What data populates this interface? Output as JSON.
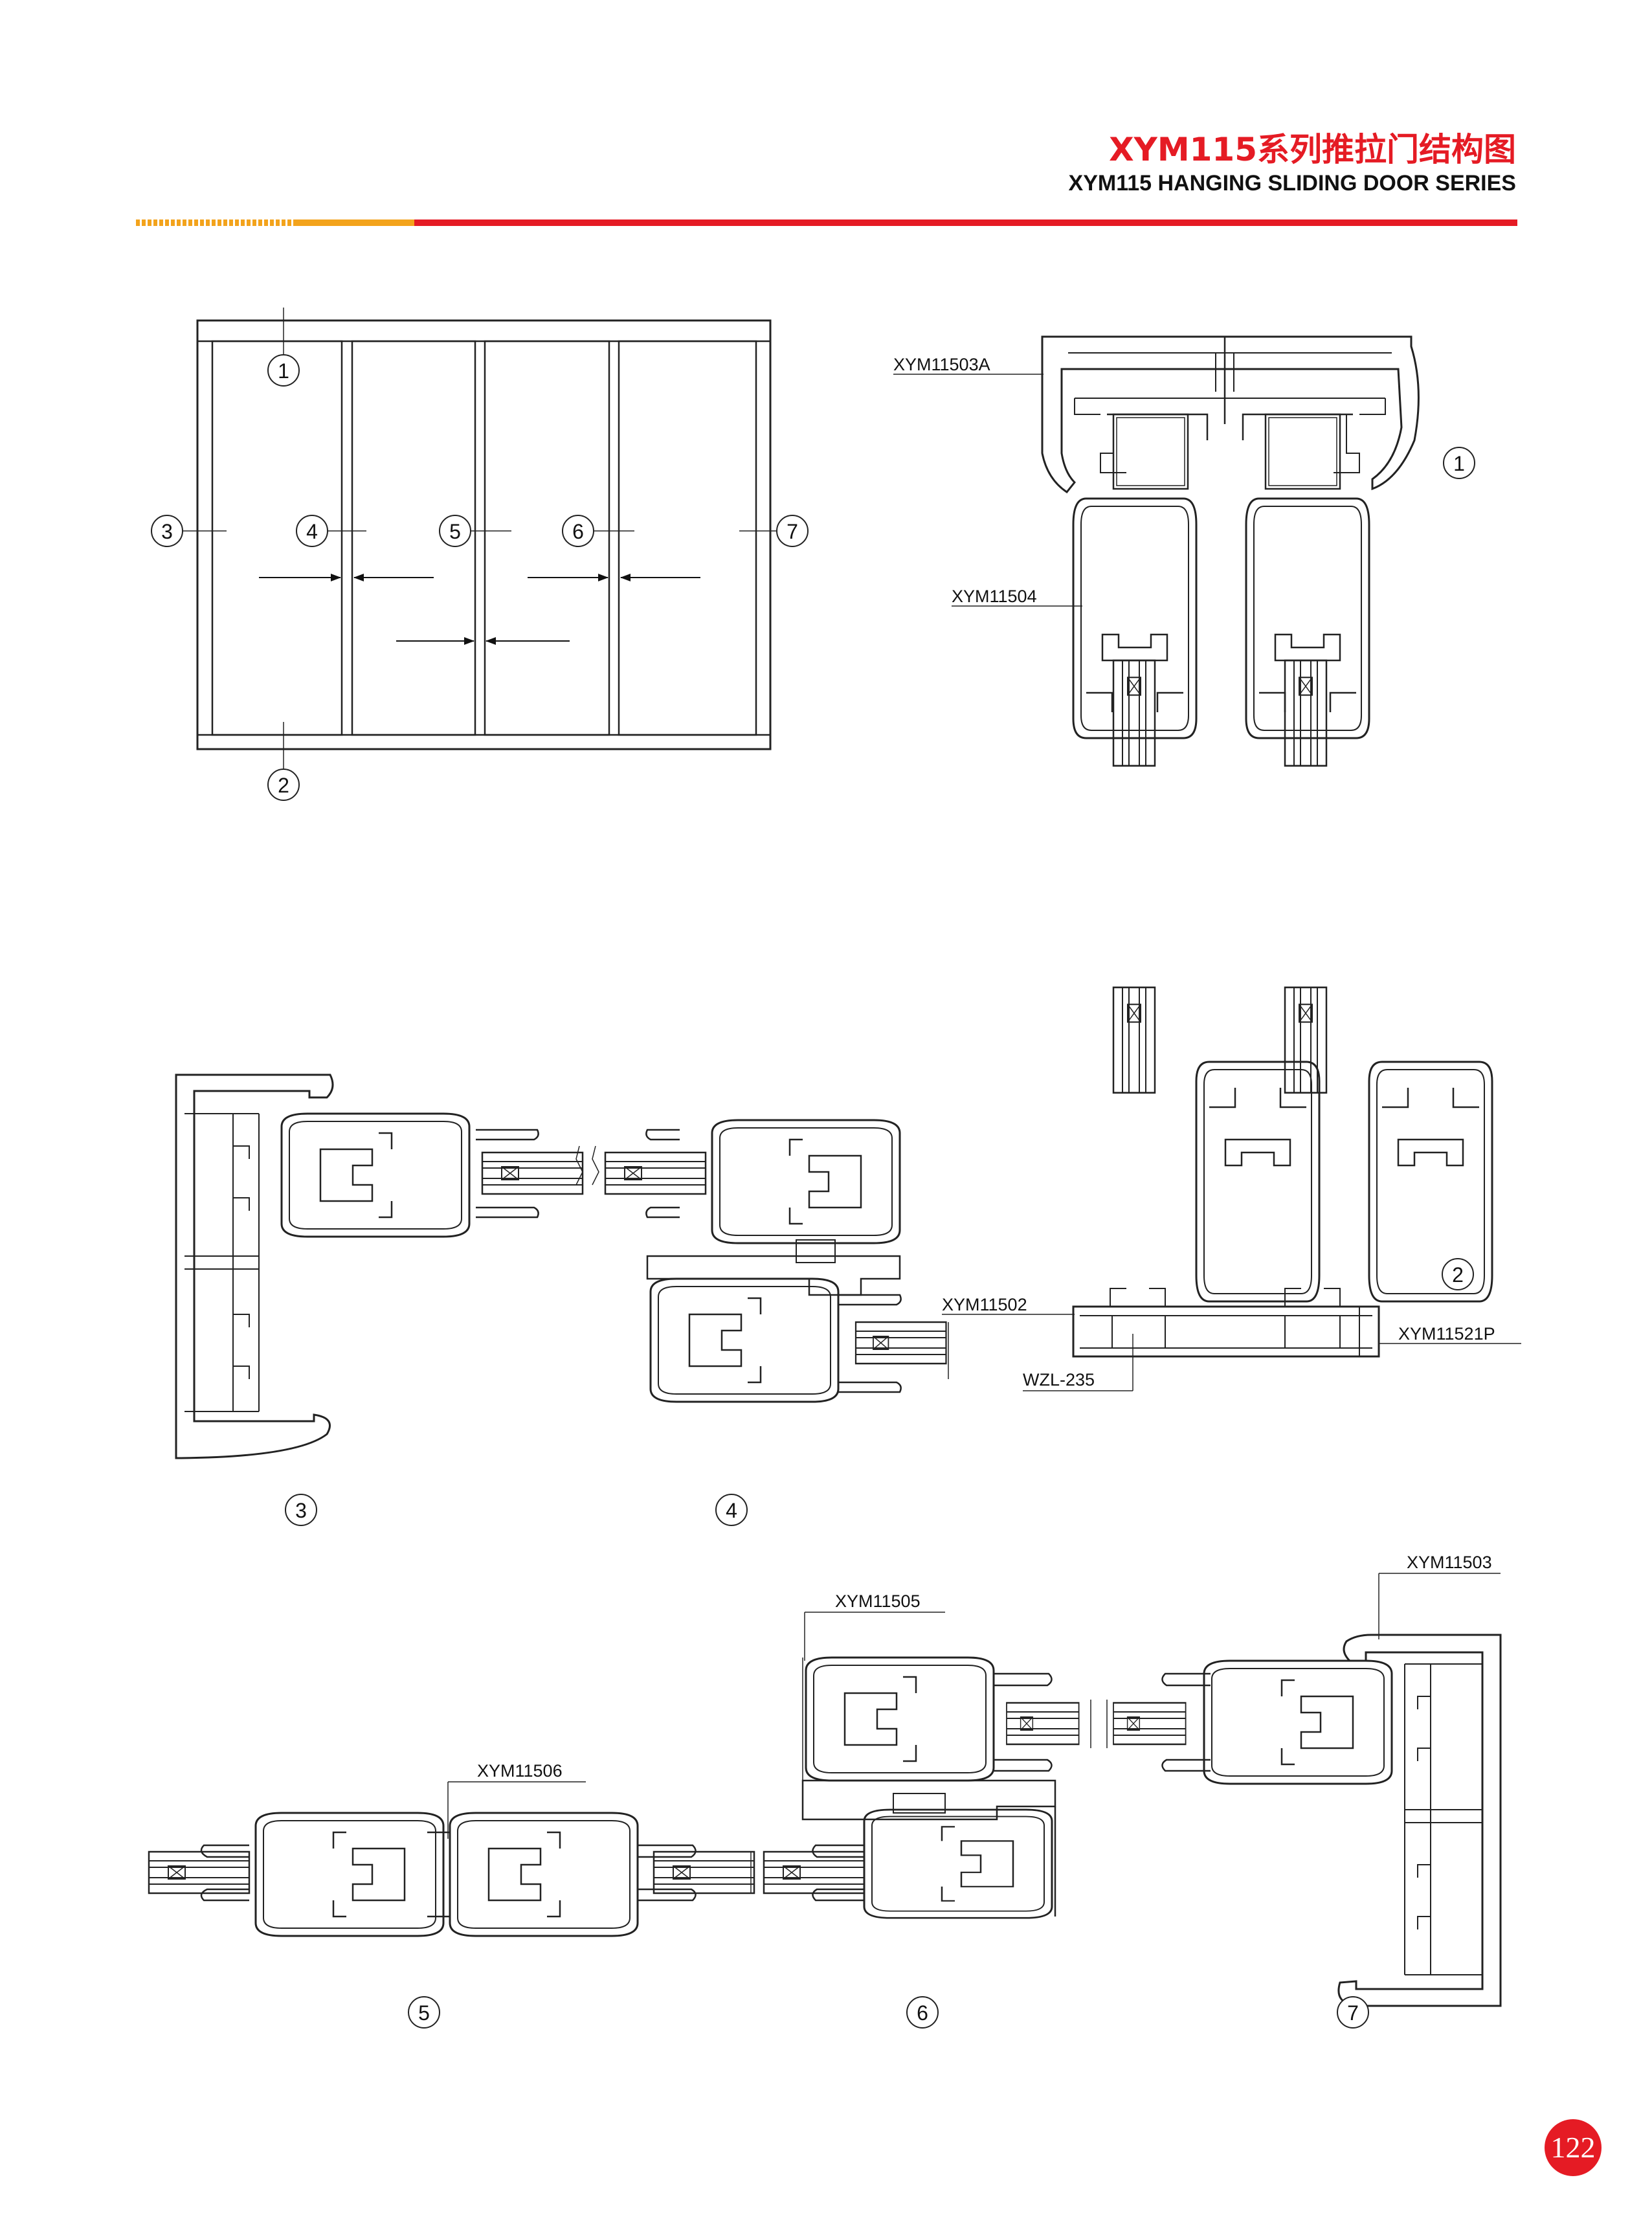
{
  "header": {
    "title_cn": "XYM115系列推拉门结构图",
    "title_en": "XYM115 HANGING SLIDING DOOR SERIES"
  },
  "colors": {
    "title_red": "#e51b24",
    "rule_red": "#e51b24",
    "rule_orange": "#f3a31c",
    "line": "#222222",
    "page_badge": "#e51b24"
  },
  "elevation": {
    "callouts": [
      "1",
      "2",
      "3",
      "4",
      "5",
      "6",
      "7"
    ]
  },
  "section_1": {
    "callout": "1",
    "parts": [
      "XYM11503A",
      "XYM11504"
    ]
  },
  "section_2": {
    "callout": "2",
    "parts": [
      "XYM11502",
      "XYM11521P",
      "WZL-235"
    ]
  },
  "section_3": {
    "callout": "3"
  },
  "section_4": {
    "callout": "4"
  },
  "section_5": {
    "callout": "5",
    "parts": [
      "XYM11506"
    ]
  },
  "section_6": {
    "callout": "6",
    "parts": [
      "XYM11505"
    ]
  },
  "section_7": {
    "callout": "7",
    "parts": [
      "XYM11503"
    ]
  },
  "page_number": "122"
}
